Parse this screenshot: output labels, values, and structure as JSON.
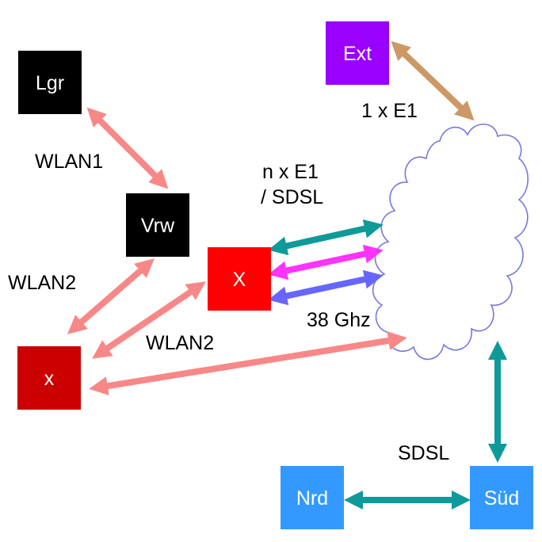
{
  "nodes": {
    "lgr": {
      "label": "Lgr",
      "color": "#000000"
    },
    "vrw": {
      "label": "Vrw",
      "color": "#000000"
    },
    "x_main": {
      "label": "X",
      "color": "#ff0000"
    },
    "x_small": {
      "label": "x",
      "color": "#cc0000"
    },
    "ext": {
      "label": "Ext",
      "color": "#9900ff"
    },
    "nrd": {
      "label": "Nrd",
      "color": "#3399ff"
    },
    "sued": {
      "label": "Süd",
      "color": "#3399ff"
    }
  },
  "labels": {
    "wlan1": "WLAN1",
    "wlan2_left": "WLAN2",
    "wlan2_mid": "WLAN2",
    "e1": "1 x E1",
    "nxe1_line1": "n x E1",
    "nxe1_line2": "/ SDSL",
    "ghz": "38 Ghz",
    "sdsl": "SDSL"
  },
  "colors": {
    "wlan": "#f88888",
    "e1": "#cc9966",
    "sdsl": "#0f9a9a",
    "magenta": "#ff33ff",
    "ghz": "#6666ff",
    "cloud": "#7777dd"
  }
}
